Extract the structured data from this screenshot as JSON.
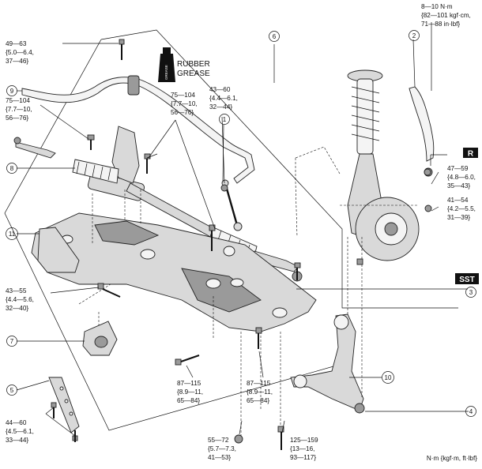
{
  "callouts": [
    {
      "num": "1"
    },
    {
      "num": "2"
    },
    {
      "num": "3"
    },
    {
      "num": "4"
    },
    {
      "num": "5"
    },
    {
      "num": "6"
    },
    {
      "num": "7"
    },
    {
      "num": "8"
    },
    {
      "num": "9"
    },
    {
      "num": "10"
    },
    {
      "num": "11"
    }
  ],
  "torques": {
    "t1": [
      "8—10 N·m",
      "{82—101 kgf·cm,",
      "71—88 in·lbf}"
    ],
    "t2": [
      "49—63",
      "{5.0—6.4,",
      "37—46}"
    ],
    "t3": [
      "43—60",
      "{4.4—6.1,",
      "32—44}"
    ],
    "t4": [
      "75—104",
      "{7.7—10,",
      "56—76}"
    ],
    "t5": [
      "75—104",
      "{7.7—10,",
      "56—76}"
    ],
    "t6": [
      "47—59",
      "{4.8—6.0,",
      "35—43}"
    ],
    "t7": [
      "41—54",
      "{4.2—5.5,",
      "31—39}"
    ],
    "t8": [
      "43—55",
      "{4.4—5.6,",
      "32—40}"
    ],
    "t9": [
      "87—115",
      "{8.9—11,",
      "65—84}"
    ],
    "t10": [
      "87—115",
      "{8.9—11,",
      "65—84}"
    ],
    "t11": [
      "44—60",
      "{4.5—6.1,",
      "33—44}"
    ],
    "t12": [
      "55—72",
      "{5.7—7.3,",
      "41—53}"
    ],
    "t13": [
      "125—159",
      "{13—16,",
      "93—117}"
    ]
  },
  "grease_label": [
    "RUBBER",
    "GREASE"
  ],
  "grease_tube_text": "GREASE",
  "r_badge": "R",
  "sst_badge": "SST",
  "units_label": "N·m {kgf·m, ft·lbf}",
  "colors": {
    "line": "#111111",
    "part_fill": "#d9d9d9",
    "badge_bg": "#111111",
    "badge_text": "#ffffff"
  }
}
